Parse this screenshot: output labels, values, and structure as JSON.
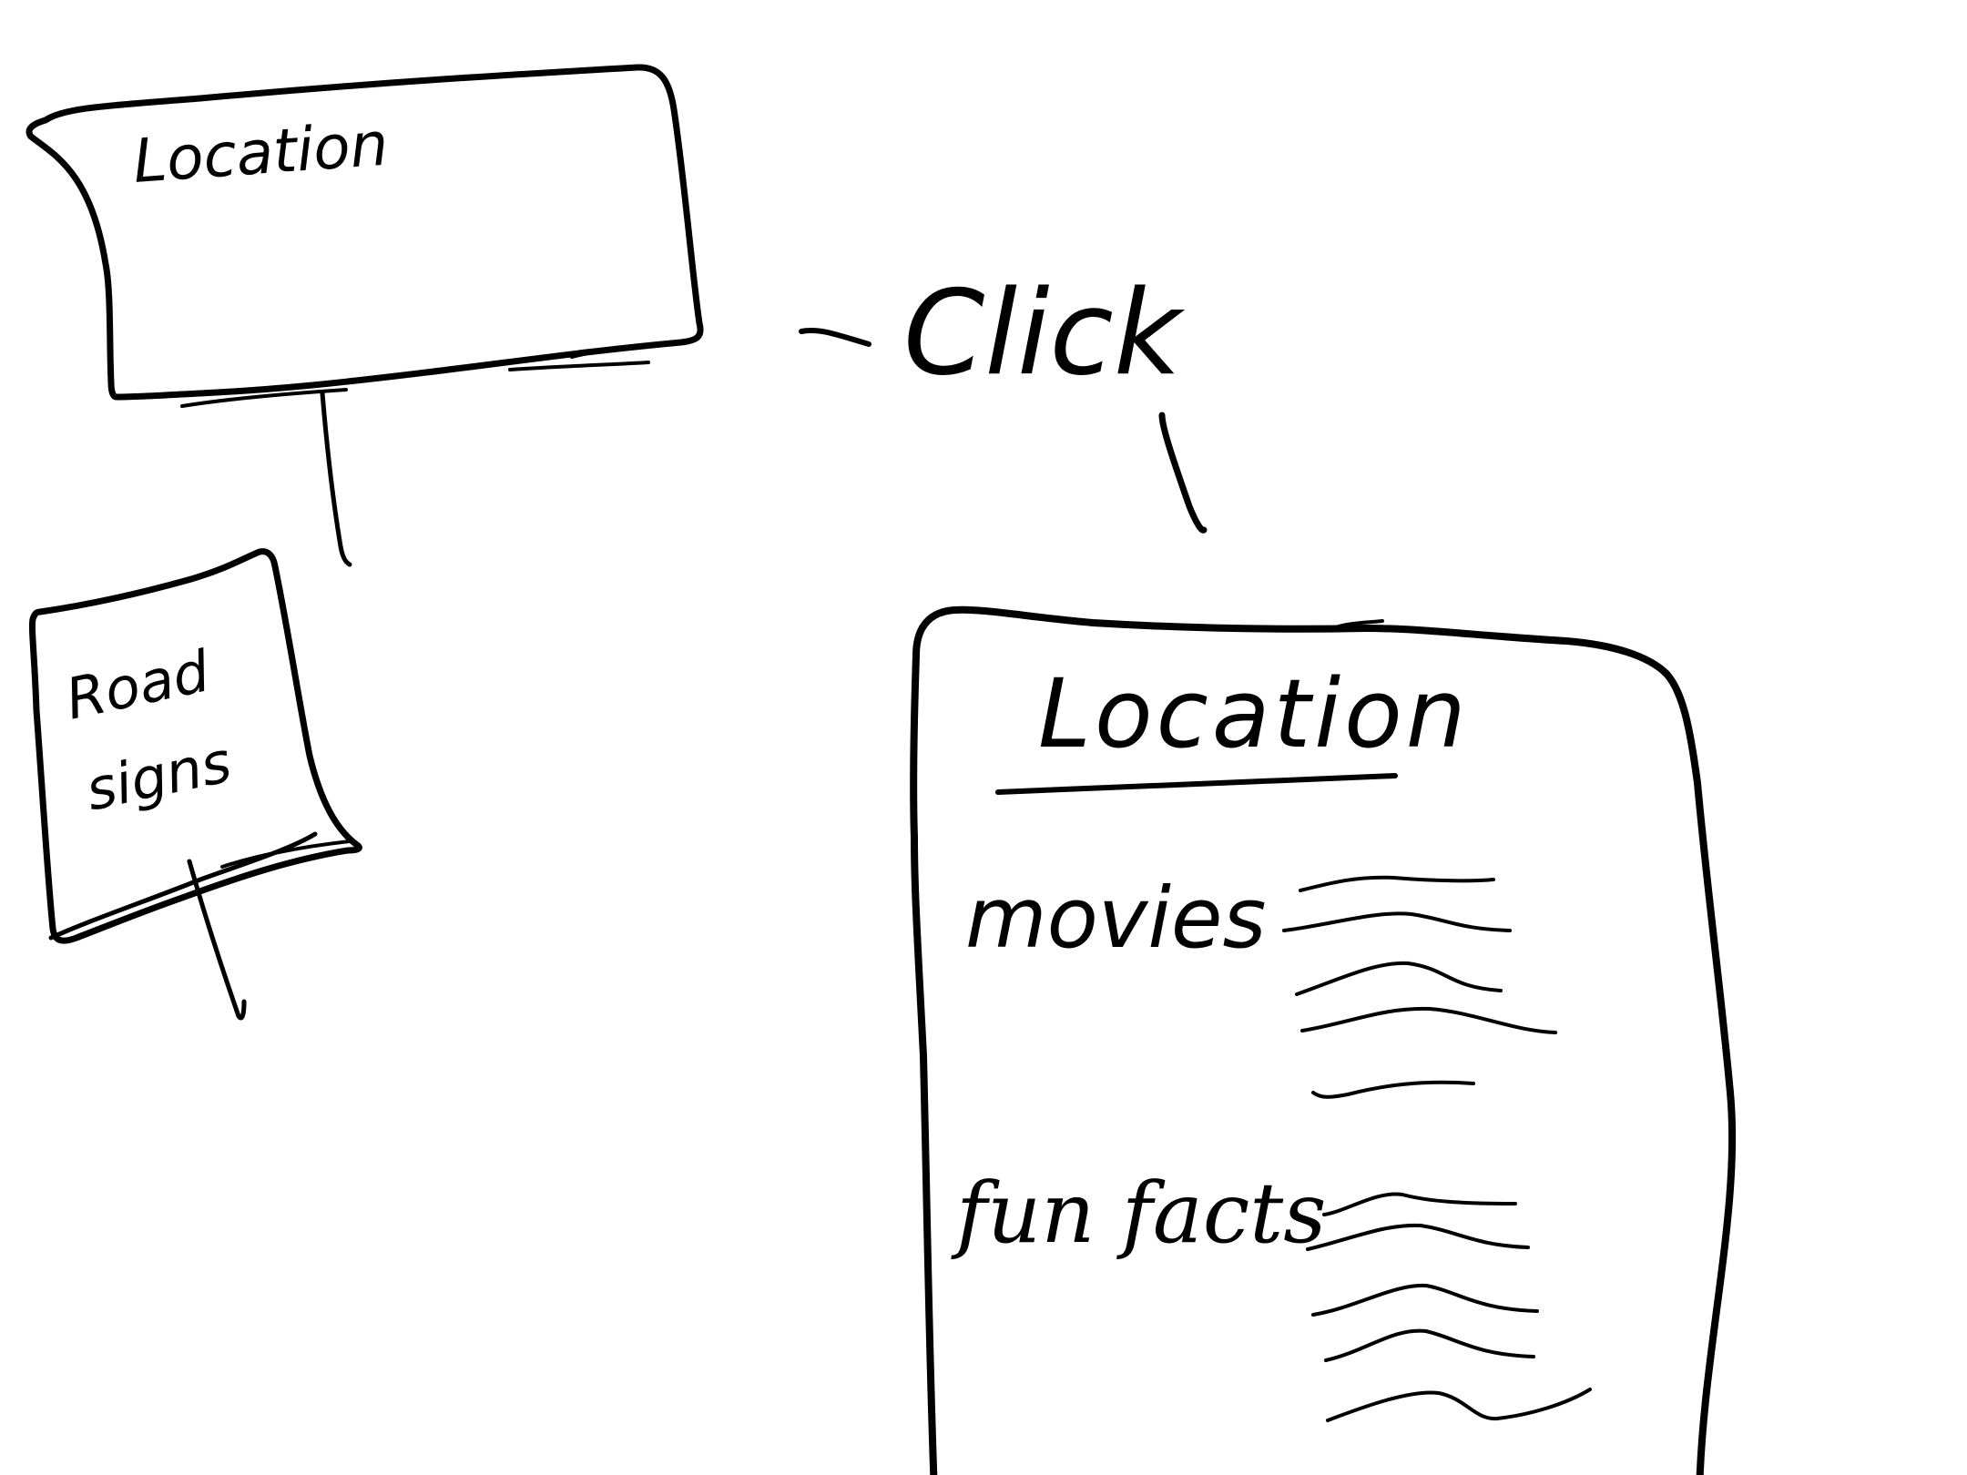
{
  "ink_color": "#000000",
  "paper_color": "#ffffff",
  "location_sign": {
    "title": "Location"
  },
  "road_signs_sign": {
    "line1": "Road",
    "line2": "signs"
  },
  "click_label": "Click",
  "detail_card": {
    "title": "Location",
    "sections": [
      {
        "label": "movies"
      },
      {
        "label": "fun facts"
      }
    ]
  }
}
